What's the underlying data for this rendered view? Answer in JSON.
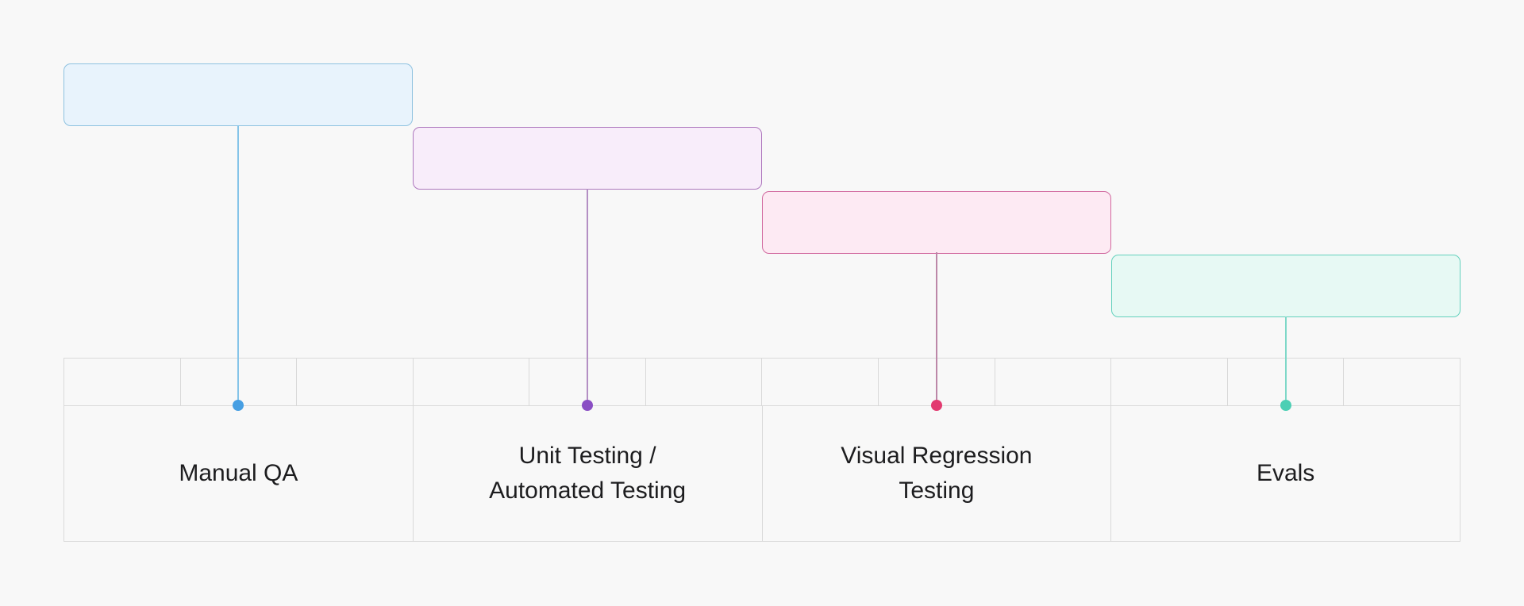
{
  "diagram": {
    "type": "waterfall-timeline",
    "background_color": "#f8f8f8",
    "grid_color": "#d9d9d9",
    "text_color": "#1d1d1f",
    "stages": [
      {
        "label": "Manual QA",
        "box_fill": "#e8f3fc",
        "box_border": "#8ec2e0",
        "line_color": "#85c4e8",
        "dot_color": "#479fe3"
      },
      {
        "label": "Unit Testing /\nAutomated Testing",
        "box_fill": "#f8edfa",
        "box_border": "#ad77bd",
        "line_color": "#b48fc4",
        "dot_color": "#8a4ec4"
      },
      {
        "label": "Visual Regression\nTesting",
        "box_fill": "#fdeaf3",
        "box_border": "#d1699f",
        "line_color": "#bc87a8",
        "dot_color": "#e23a70"
      },
      {
        "label": "Evals",
        "box_fill": "#e7f9f4",
        "box_border": "#64d1bd",
        "line_color": "#7ed8c8",
        "dot_color": "#4ccfb4"
      }
    ],
    "timeline": {
      "groups": 4,
      "ticks_per_group": 3
    }
  }
}
